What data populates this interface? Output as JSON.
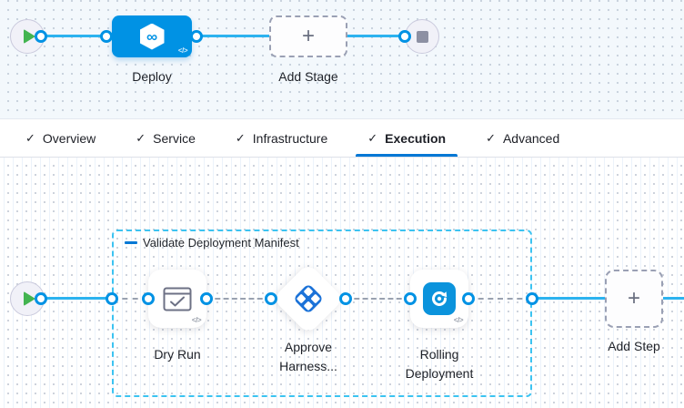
{
  "pipeline_graph": {
    "start_node": "play-icon",
    "end_node": "stop-icon",
    "stages": [
      {
        "label": "Deploy",
        "icon": "cd-infinity-icon",
        "code_badge": "</>"
      }
    ],
    "add_stage_label": "Add Stage",
    "plus_glyph": "+"
  },
  "tabs": [
    {
      "label": "Overview",
      "checked": true,
      "active": false
    },
    {
      "label": "Service",
      "checked": true,
      "active": false
    },
    {
      "label": "Infrastructure",
      "checked": true,
      "active": false
    },
    {
      "label": "Execution",
      "checked": true,
      "active": true
    },
    {
      "label": "Advanced",
      "checked": true,
      "active": false
    }
  ],
  "check_glyph": "✓",
  "execution_graph": {
    "group_label": "Validate Deployment Manifest",
    "steps": [
      {
        "label": "Dry Run",
        "icon": "dry-run-checkbox-icon",
        "code_badge": "</>"
      },
      {
        "label": "Approve Harness...",
        "icon": "harness-approval-icon"
      },
      {
        "label": "Rolling Deployment",
        "icon": "rolling-deployment-icon",
        "code_badge": "</>"
      }
    ],
    "add_step_label": "Add Step",
    "plus_glyph": "+",
    "infinity_glyph": "∞"
  },
  "colors": {
    "stage_blue": "#0092e4",
    "wire_blue": "#2cb3ef",
    "port_ring": "#0092e4",
    "group_border": "#3cc3f1",
    "active_tab_underline": "#0278d5",
    "approval_icon_blue": "#1b72d8",
    "rolling_icon_blue": "#0b93dc",
    "play_green": "#43b450",
    "stop_gray": "#8d90a3"
  }
}
